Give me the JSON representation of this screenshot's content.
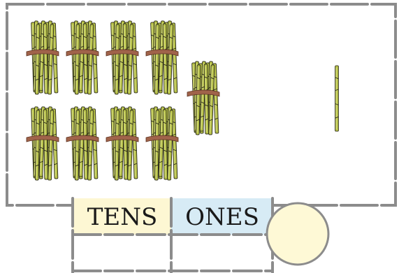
{
  "place_value": {
    "tens_label": "TENS",
    "ones_label": "ONES",
    "tens_bundles": 9,
    "ones_sticks": 1,
    "answer_circle_value": ""
  },
  "colors": {
    "stick_fill": "#b8c24a",
    "stick_highlight": "#d9df8a",
    "stick_outline": "#2a2a1a",
    "band": "#a0634a",
    "tens_cell": "#fdf7d3",
    "ones_cell": "#d7ebf5",
    "circle_fill": "#fef9d6",
    "frame": "#8c8c8c"
  }
}
